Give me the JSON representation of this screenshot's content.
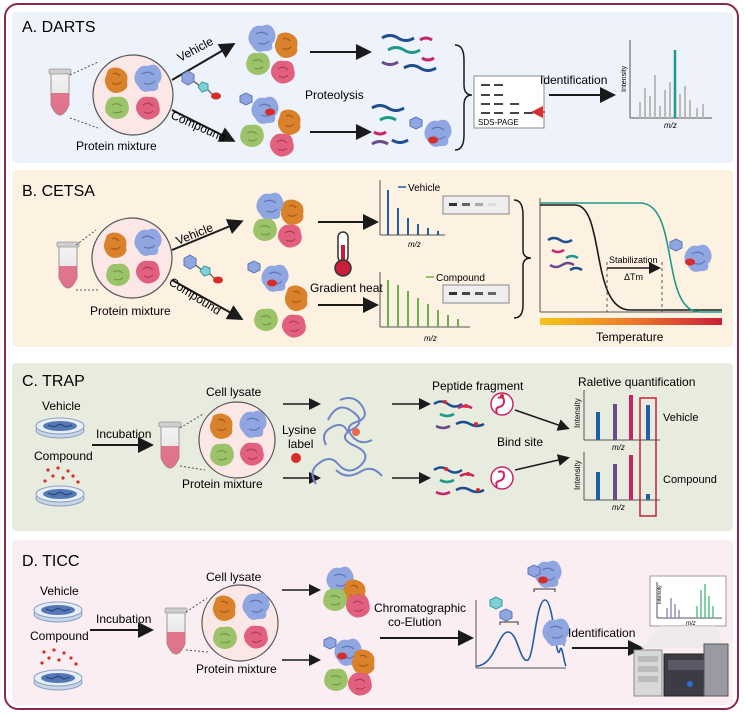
{
  "panels": {
    "darts": {
      "title": "A. DARTS",
      "vehicle": "Vehicle",
      "compound": "Compound",
      "protein_mixture": "Protein mixture",
      "proteolysis": "Proteolysis",
      "sds_page": "SDS-PAGE",
      "identification": "Identification",
      "intensity": "Intensity",
      "mz": "m/z"
    },
    "cetsa": {
      "title": "B. CETSA",
      "vehicle": "Vehicle",
      "compound": "Compound",
      "protein_mixture": "Protein mixture",
      "gradient_heat": "Gradient heat",
      "legend_vehicle": "Vehicle",
      "legend_compound": "Compound",
      "mz_top": "m/z",
      "mz_bottom": "m/z",
      "stabilization": "Stabilization",
      "delta_tm": "ΔTm",
      "temperature": "Temperature"
    },
    "trap": {
      "title": "C. TRAP",
      "vehicle": "Vehicle",
      "compound": "Compound",
      "incubation": "Incubation",
      "cell_lysate": "Cell lysate",
      "protein_mixture": "Protein mixture",
      "lysine_label_1": "Lysine",
      "lysine_label_2": "label",
      "peptide_fragment": "Peptide fragment",
      "bind_site": "Bind site",
      "quant_title": "Raletive quantification",
      "intensity_top": "Intensity",
      "intensity_bottom": "Intensity",
      "mz_top": "m/z",
      "mz_bottom": "m/z",
      "label_vehicle": "Vehicle",
      "label_compound": "Compound"
    },
    "ticc": {
      "title": "D. TICC",
      "vehicle": "Vehicle",
      "compound": "Compound",
      "incubation": "Incubation",
      "cell_lysate": "Cell lysate",
      "protein_mixture": "Protein mixture",
      "chromato_1": "Chromatographic",
      "chromato_2": "co-Elution",
      "identification": "Identification",
      "intensity": "Intensity",
      "mz": "m/z"
    }
  },
  "colors": {
    "frame": "#8a2a4a",
    "panel_a": "#eef3fb",
    "panel_b": "#fdf1e2",
    "panel_c": "#e8ecdf",
    "panel_d": "#fbeef3",
    "protein_orange": "#d9822b",
    "protein_blue": "#8fa6e0",
    "protein_green": "#9cc26a",
    "protein_pink": "#e0607e",
    "compound_red": "#d62c2c",
    "teal": "#1f9a8a",
    "bar_blue": "#1f5fa8",
    "bar_purple": "#6b4a8c",
    "bar_magenta": "#c8246a"
  }
}
